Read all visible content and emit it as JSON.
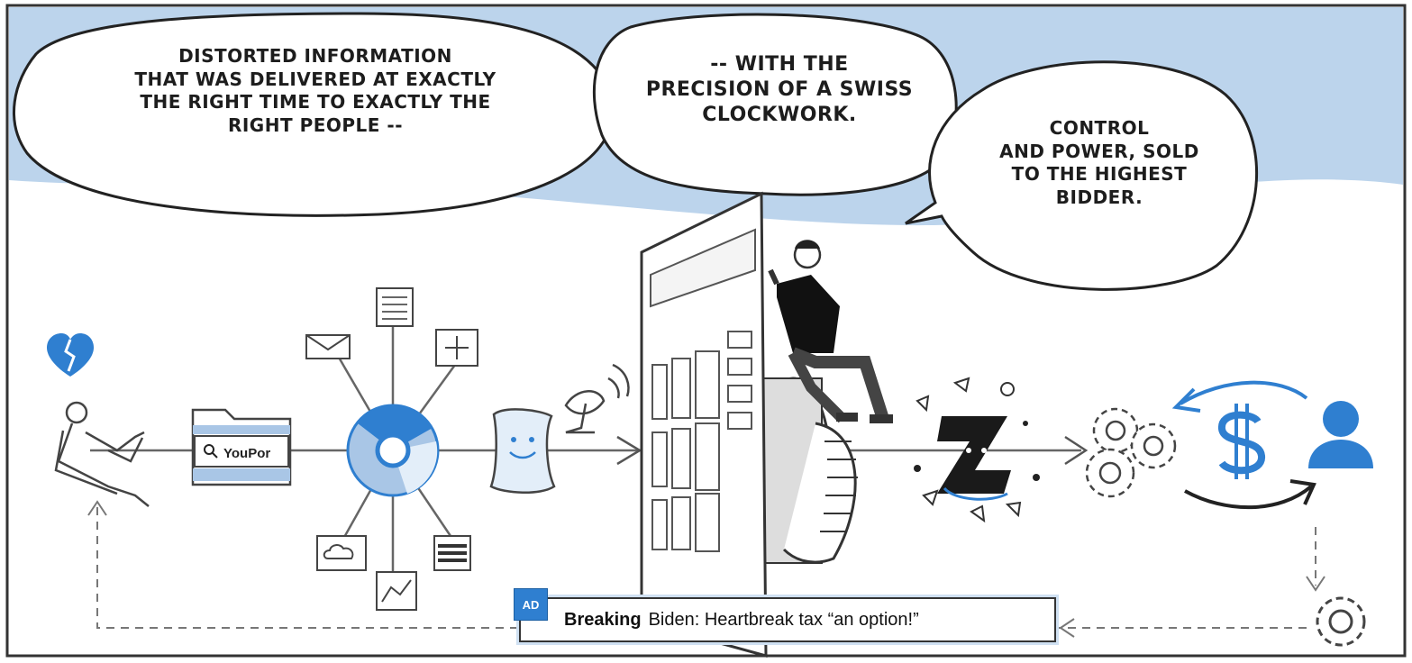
{
  "bubbles": {
    "left": [
      "DISTORTED INFORMATION",
      "THAT WAS DELIVERED AT EXACTLY",
      "THE RIGHT TIME TO EXACTLY THE",
      "RIGHT PEOPLE --"
    ],
    "middle": [
      "-- WITH THE",
      "PRECISION OF A SWISS",
      "CLOCKWORK."
    ],
    "right": [
      "CONTROL",
      "AND POWER, SOLD",
      "TO THE HIGHEST",
      "BIDDER."
    ]
  },
  "folder": {
    "search_text": "YouPor"
  },
  "ad": {
    "tag": "AD",
    "breaking": "Breaking",
    "headline": "Biden: Heartbreak tax “an option!”"
  },
  "colors": {
    "sky": "#bcd4ec",
    "accent": "#2f7fd0",
    "ink": "#1d1d1d"
  },
  "icons": [
    "broken-heart-icon",
    "person-at-laptop-icon",
    "folder-icon",
    "browser-icon",
    "mail-icon",
    "document-icon",
    "move-icon",
    "cloud-icon",
    "chart-icon",
    "barcode-icon",
    "scroll-icon",
    "satellite-dish-icon",
    "gears-icon",
    "dollar-icon",
    "user-icon",
    "gear-icon"
  ]
}
